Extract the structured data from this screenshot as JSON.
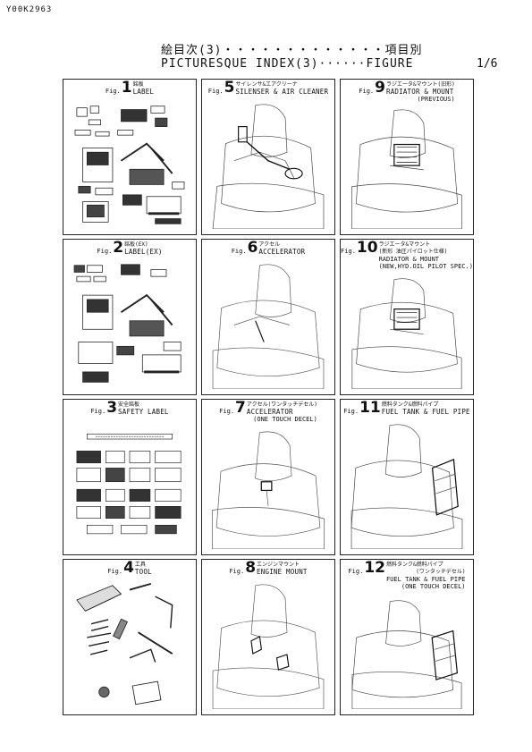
{
  "doc_code": "Y00K2963",
  "title_jp": "絵目次(3)・・・・・・・・・・・・・項目別",
  "title_en": "PICTURESQUE INDEX(3)······FIGURE",
  "page": "1/6",
  "fig_prefix": "Fig.",
  "figures": [
    {
      "num": "1",
      "jp": "銘板",
      "en": "LABEL",
      "extra": []
    },
    {
      "num": "5",
      "jp": "サイレンサ&エアクリーナ",
      "en": "SILENSER & AIR CLEANER",
      "extra": []
    },
    {
      "num": "9",
      "jp": "ラジエータ&マウント(旧形)",
      "en": "RADIATOR & MOUNT",
      "extra": [
        "(PREVIOUS)"
      ]
    },
    {
      "num": "2",
      "jp": "銘板(EX)",
      "en": "LABEL(EX)",
      "extra": []
    },
    {
      "num": "6",
      "jp": "アクセル",
      "en": "ACCELERATOR",
      "extra": []
    },
    {
      "num": "10",
      "jp": "ラジエータ&マウント",
      "en": "(新形 油圧パイロット仕様)",
      "extra": [
        "RADIATOR & MOUNT",
        "(NEW,HYD.OIL PILOT SPEC.)"
      ]
    },
    {
      "num": "3",
      "jp": "安全銘板",
      "en": "SAFETY LABEL",
      "extra": []
    },
    {
      "num": "7",
      "jp": "アクセル(ワンタッチデセル)",
      "en": "ACCELERATOR",
      "extra": [
        "(ONE TOUCH DECEL)"
      ]
    },
    {
      "num": "11",
      "jp": "燃料タンク&燃料パイプ",
      "en": "FUEL TANK & FUEL PIPE",
      "extra": []
    },
    {
      "num": "4",
      "jp": "工具",
      "en": "TOOL",
      "extra": []
    },
    {
      "num": "8",
      "jp": "エンジンマウント",
      "en": "ENGINE MOUNT",
      "extra": []
    },
    {
      "num": "12",
      "jp": "燃料タンク&燃料パイプ",
      "en": "(ワンタッチデセル)",
      "extra": [
        "FUEL TANK & FUEL PIPE",
        "(ONE TOUCH DECEL)"
      ]
    }
  ]
}
